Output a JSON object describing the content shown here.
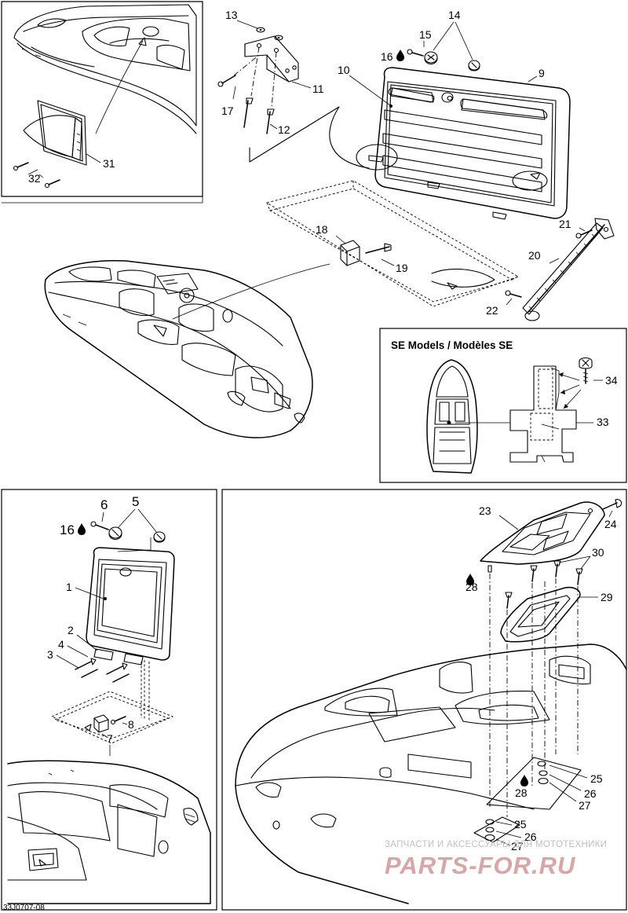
{
  "callouts": {
    "c1": "1",
    "c2": "2",
    "c3": "3",
    "c4": "4",
    "c5": "5",
    "c6": "6",
    "c7": "7",
    "c8": "8",
    "c9": "9",
    "c10": "10",
    "c11": "11",
    "c12": "12",
    "c13": "13",
    "c14": "14",
    "c15": "15",
    "c16a": "16",
    "c16b": "16",
    "c17": "17",
    "c18": "18",
    "c19": "19",
    "c20": "20",
    "c21": "21",
    "c22": "22",
    "c23": "23",
    "c24": "24",
    "c25a": "25",
    "c25b": "25",
    "c26a": "26",
    "c26b": "26",
    "c27a": "27",
    "c27b": "27",
    "c28a": "28",
    "c28b": "28",
    "c29": "29",
    "c30": "30",
    "c31": "31",
    "c32": "32",
    "c33": "33",
    "c34": "34"
  },
  "se_box_title": "SE Models / Modèles SE",
  "figure_code": "33J0707-08",
  "watermark": {
    "line1": "ЗАПЧАСТИ И АКСЕССУАРЫ ДЛЯ МОТОТЕХНИКИ",
    "line2": "PARTS-FOR.RU"
  },
  "icons": [
    "thread-locker-drop-icon",
    "screw-icon",
    "rivet-icon",
    "knob-icon",
    "gas-spring-icon"
  ]
}
